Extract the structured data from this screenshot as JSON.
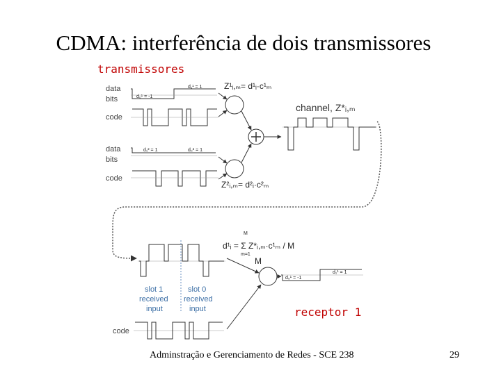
{
  "slide": {
    "title": "CDMA: interferência de dois transmissores",
    "subtitle": "transmissores",
    "receiver_label": "receptor 1",
    "footer": "Adminstração e Gerenciamento de Redes - SCE 238",
    "page_number": "29"
  },
  "diagram": {
    "sender1": {
      "data_label_1": "data",
      "data_label_2": "bits",
      "code_label": "code",
      "bit0": "d₀¹ = -1",
      "bit1": "d₁¹ = 1",
      "formula": "Z¹ᵢ,ₘ= d¹ᵢ·c¹ₘ"
    },
    "sender2": {
      "data_label_1": "data",
      "data_label_2": "bits",
      "code_label": "code",
      "bit0": "d₁² = 1",
      "bit1": "d₀² = 1",
      "formula": "Z²ᵢ,ₘ= d²ᵢ·c²ₘ"
    },
    "channel_label": "channel, Z*ᵢ,ₘ",
    "decoder_formula": "d¹ᵢ = Σ Z*ᵢ,ₘ·c¹ₘ / M",
    "decoder_sum_top": "M",
    "decoder_sum_bottom": "m=1",
    "decoder_denominator": "M",
    "slot1_label": [
      "slot 1",
      "received",
      "input"
    ],
    "slot0_label": [
      "slot 0",
      "received",
      "input"
    ],
    "receiver_code_label": "code",
    "output_bit1": "d₁¹ = 1",
    "output_bit0": "d₀¹ = -1"
  },
  "icons": [
    "multiplier-circle-icon",
    "adder-circle-icon",
    "arrow-icon"
  ]
}
